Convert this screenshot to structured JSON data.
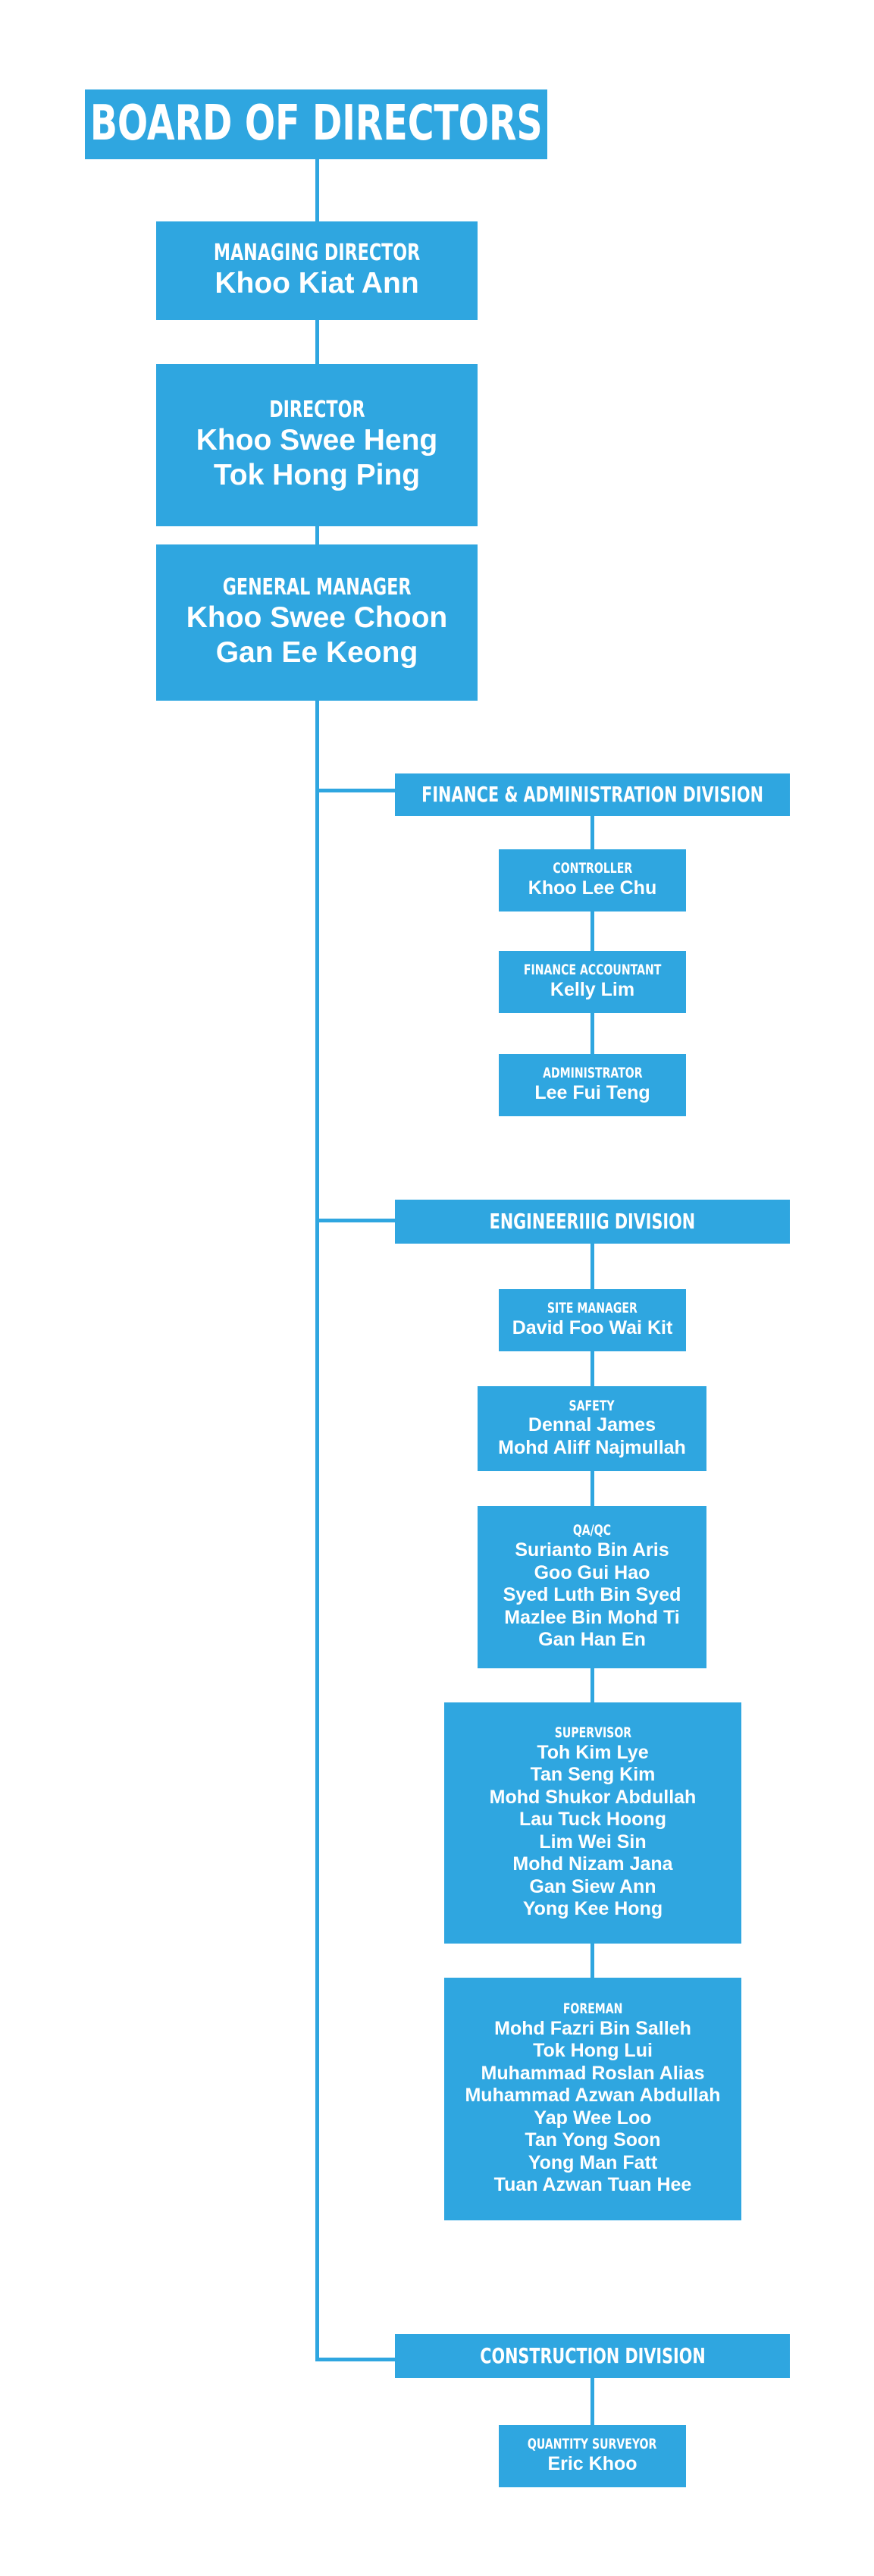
{
  "board": {
    "title": "BOARD OF DIRECTORS"
  },
  "managing_director": {
    "title": "MANAGING DIRECTOR",
    "names": [
      "Khoo Kiat Ann"
    ]
  },
  "director": {
    "title": "DIRECTOR",
    "names": [
      "Khoo Swee Heng",
      "Tok Hong Ping"
    ]
  },
  "general_manager": {
    "title": "GENERAL MANAGER",
    "names": [
      "Khoo Swee Choon",
      "Gan Ee Keong"
    ]
  },
  "finance_division": {
    "title": "FINANCE & ADMINISTRATION DIVISION",
    "roles": [
      {
        "title": "CONTROLLER",
        "names": [
          "Khoo Lee Chu"
        ]
      },
      {
        "title": "FINANCE ACCOUNTANT",
        "names": [
          "Kelly Lim"
        ]
      },
      {
        "title": "ADMINISTRATOR",
        "names": [
          "Lee Fui Teng"
        ]
      }
    ]
  },
  "engineering_division": {
    "title": "ENGINEERIIIG DIVISION",
    "roles": [
      {
        "title": "SITE MANAGER",
        "names": [
          "David Foo Wai Kit"
        ]
      },
      {
        "title": "SAFETY",
        "names": [
          "Dennal James",
          "Mohd Aliff Najmullah"
        ]
      },
      {
        "title": "QA/QC",
        "names": [
          "Surianto Bin Aris",
          "Goo Gui Hao",
          "Syed Luth Bin Syed",
          "Mazlee Bin Mohd Ti",
          "Gan Han En"
        ]
      },
      {
        "title": "SUPERVISOR",
        "names": [
          "Toh Kim Lye",
          "Tan Seng Kim",
          "Mohd Shukor Abdullah",
          "Lau Tuck Hoong",
          "Lim Wei Sin",
          "Mohd Nizam Jana",
          "Gan Siew Ann",
          "Yong Kee Hong"
        ]
      },
      {
        "title": "FOREMAN",
        "names": [
          "Mohd Fazri Bin Salleh",
          "Tok Hong Lui",
          "Muhammad Roslan Alias",
          "Muhammad Azwan Abdullah",
          "Yap Wee Loo",
          "Tan Yong Soon",
          "Yong Man Fatt",
          "Tuan Azwan Tuan Hee"
        ]
      }
    ]
  },
  "construction_division": {
    "title": "CONSTRUCTION DIVISION",
    "roles": [
      {
        "title": "QUANTITY SURVEYOR",
        "names": [
          "Eric Khoo"
        ]
      }
    ]
  },
  "colors": {
    "accent": "#2fa6e0",
    "text": "#ffffff",
    "background": "#ffffff"
  }
}
